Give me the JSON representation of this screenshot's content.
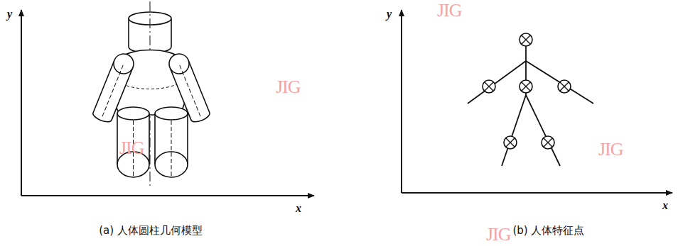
{
  "diagram": {
    "labels": [
      "y",
      "x",
      "y",
      "x",
      "(a) 人体圆柱几何模型",
      "(b) 人体特征点",
      "JIG",
      "JIG",
      "JIG",
      "JIG",
      "JIG"
    ]
  }
}
